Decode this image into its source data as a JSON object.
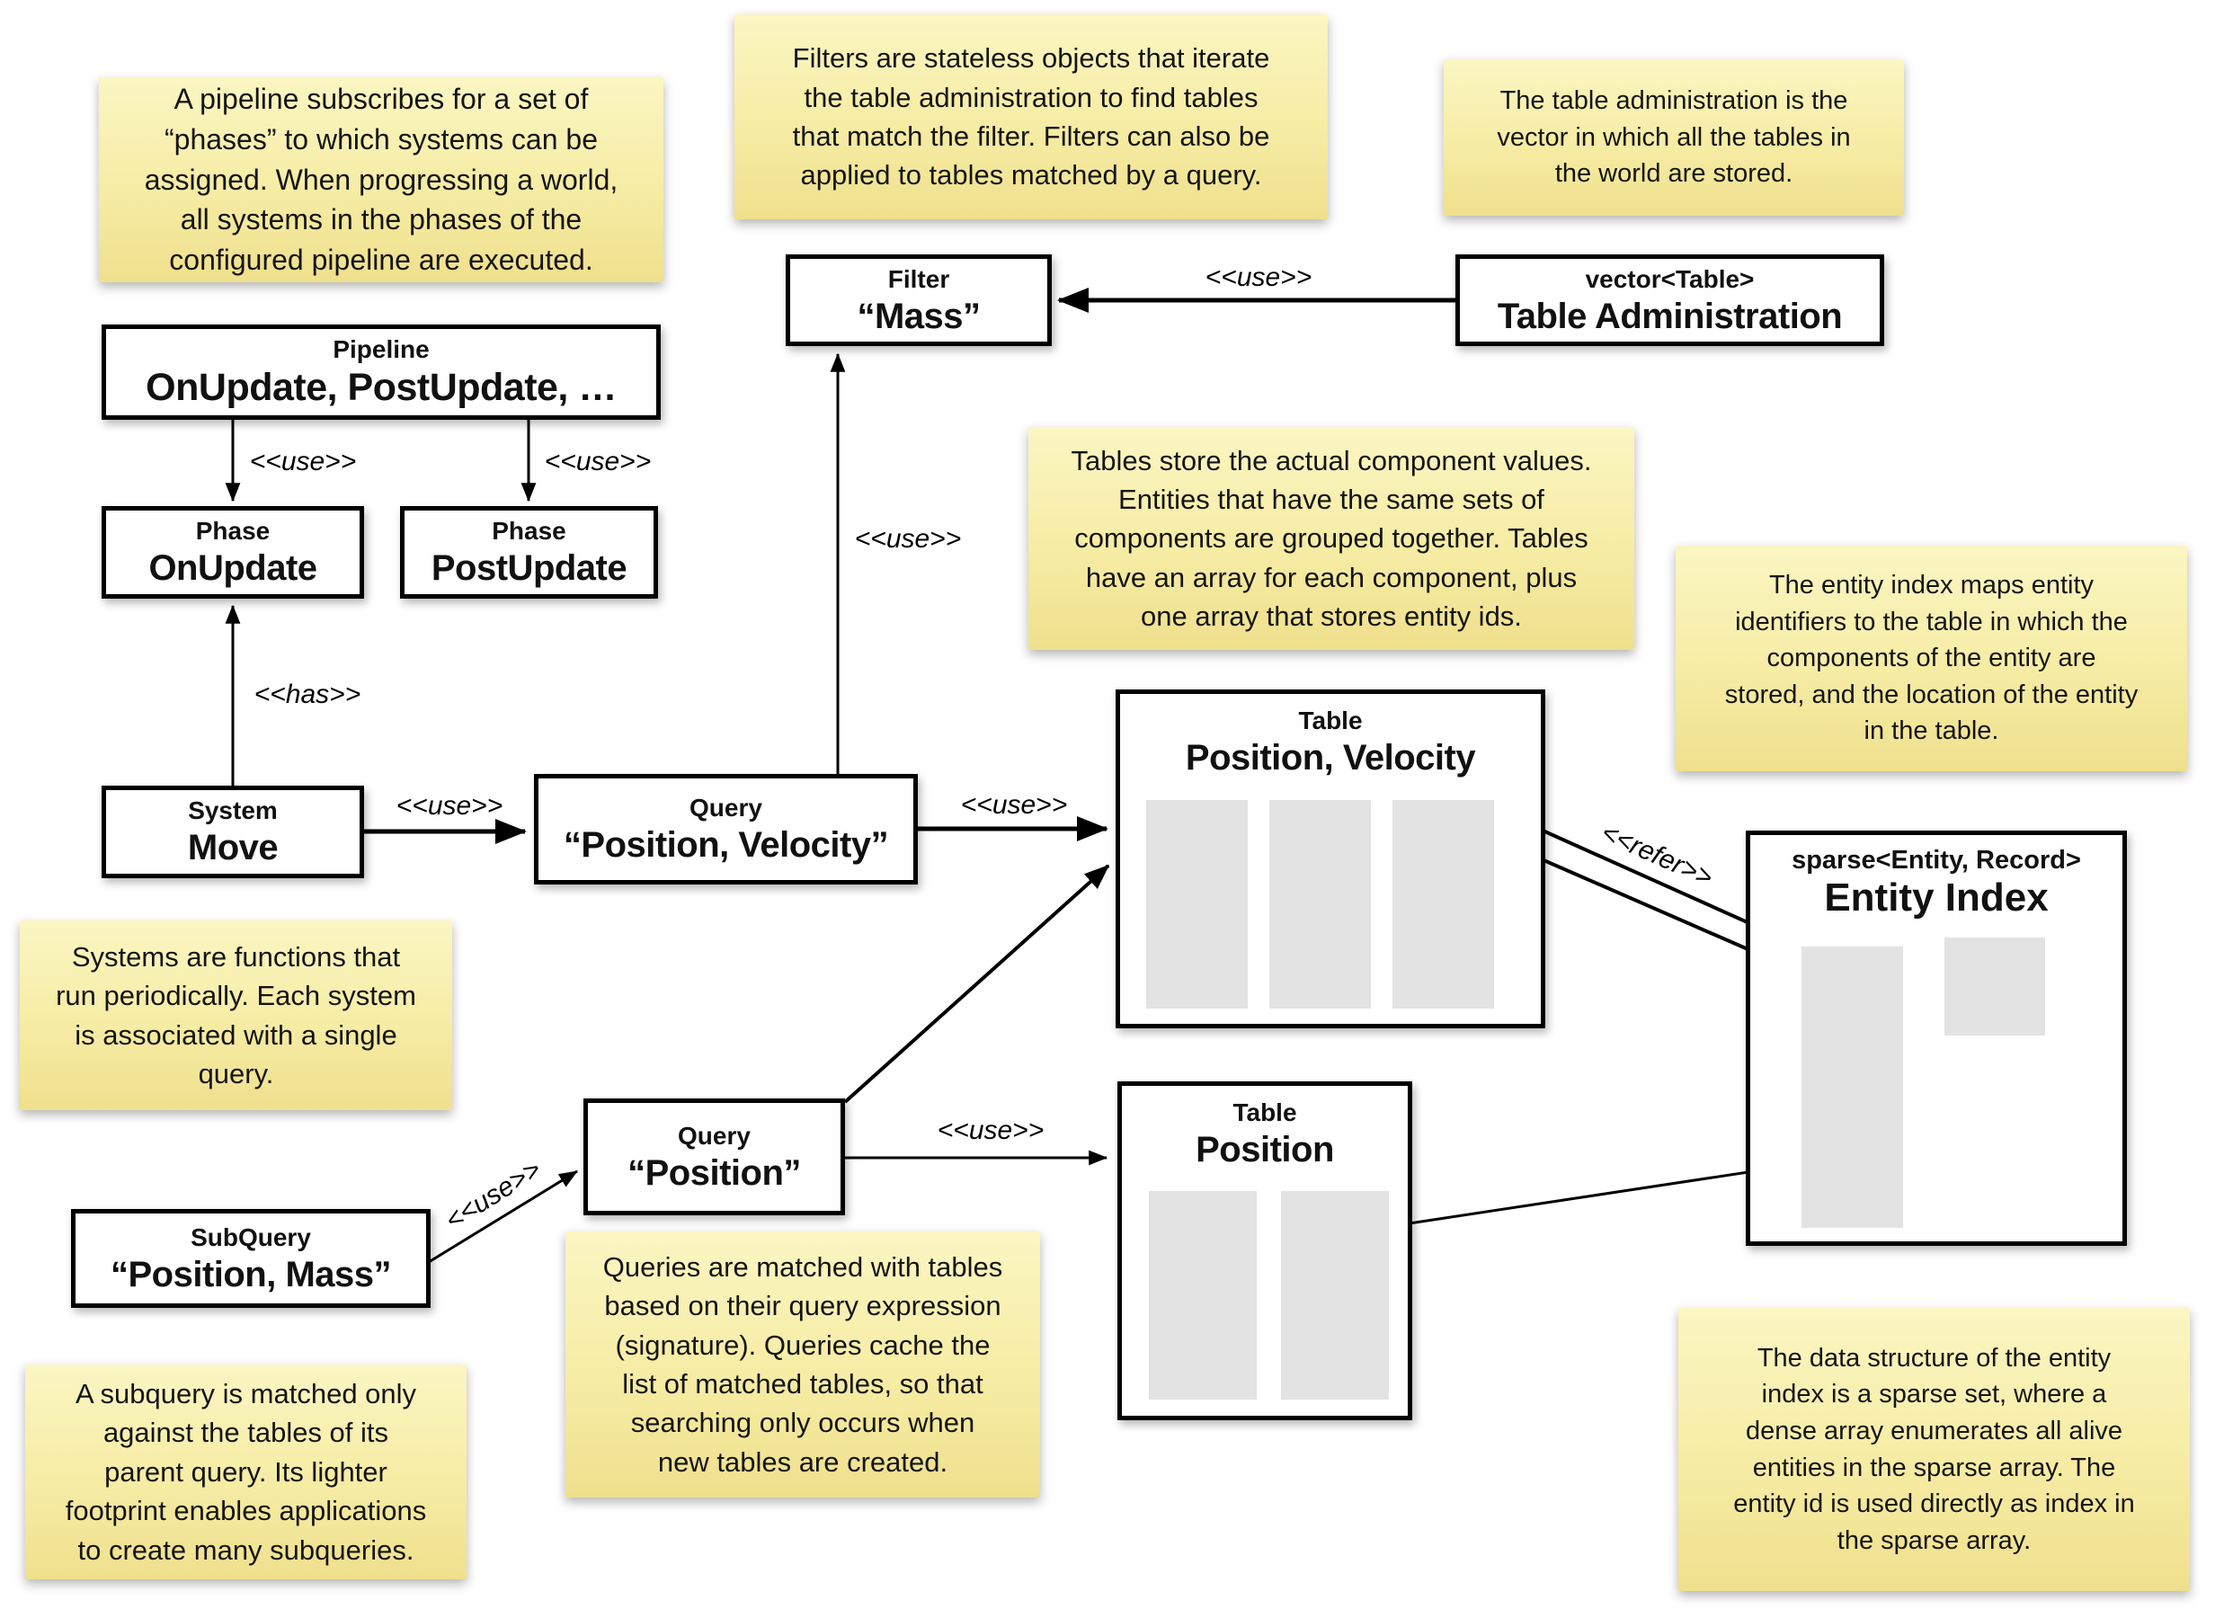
{
  "notes": {
    "pipeline": "A pipeline subscribes for a set of\n“phases” to which systems can be\nassigned. When progressing a world,\nall systems in the phases of the\nconfigured pipeline are executed.",
    "filters": "Filters are stateless objects that iterate\nthe table administration to find tables\nthat match the filter. Filters can also be\napplied to tables matched by a query.",
    "table_admin": "The table administration is the\nvector in which all the tables in\nthe world are stored.",
    "tables": "Tables store the actual component values.\nEntities that have the same sets of\ncomponents are grouped together. Tables\nhave an array for each component, plus\none array that stores entity ids.",
    "entity_index": "The entity index maps entity\nidentifiers to the table in which the\ncomponents of the entity are\nstored, and the location of the entity\nin the table.",
    "systems": "Systems are functions that\nrun periodically. Each system\nis associated with a single\nquery.",
    "queries": "Queries are matched with tables\nbased on their query expression\n(signature). Queries cache the\nlist of matched tables, so that\nsearching only occurs when\nnew tables are created.",
    "subquery": "A subquery is matched only\nagainst the tables of its\nparent query. Its lighter\nfootprint enables applications\nto create many subqueries.",
    "sparse_set": "The data structure of the entity\nindex is a sparse set, where a\ndense array enumerates all alive\nentities in the sparse array. The\nentity id is used directly as index in\nthe sparse array."
  },
  "boxes": {
    "filter": {
      "stereotype": "Filter",
      "name": "“Mass”"
    },
    "table_admin": {
      "stereotype": "vector<Table>",
      "name": "Table Administration"
    },
    "pipeline": {
      "stereotype": "Pipeline",
      "name": "OnUpdate, PostUpdate, …"
    },
    "phase_onupdate": {
      "stereotype": "Phase",
      "name": "OnUpdate"
    },
    "phase_postupdate": {
      "stereotype": "Phase",
      "name": "PostUpdate"
    },
    "system_move": {
      "stereotype": "System",
      "name": "Move"
    },
    "query_pos_vel": {
      "stereotype": "Query",
      "name": "“Position, Velocity”"
    },
    "table_pos_vel": {
      "stereotype": "Table",
      "name": "Position, Velocity"
    },
    "query_pos": {
      "stereotype": "Query",
      "name": "“Position”"
    },
    "subquery": {
      "stereotype": "SubQuery",
      "name": "“Position, Mass”"
    },
    "table_pos": {
      "stereotype": "Table",
      "name": "Position"
    },
    "entity_index": {
      "stereotype": "sparse<Entity, Record>",
      "name": "Entity Index"
    }
  },
  "edge_labels": {
    "use": "<<use>>",
    "has": "<<has>>",
    "refer": "<<refer>>"
  },
  "colors": {
    "note_yellow_top": "#FBF6C3",
    "note_yellow_bottom": "#EFE08D",
    "box_border": "#000000",
    "gray_fill": "#E3E3E3",
    "background": "#FFFFFF",
    "text": "#111111"
  }
}
